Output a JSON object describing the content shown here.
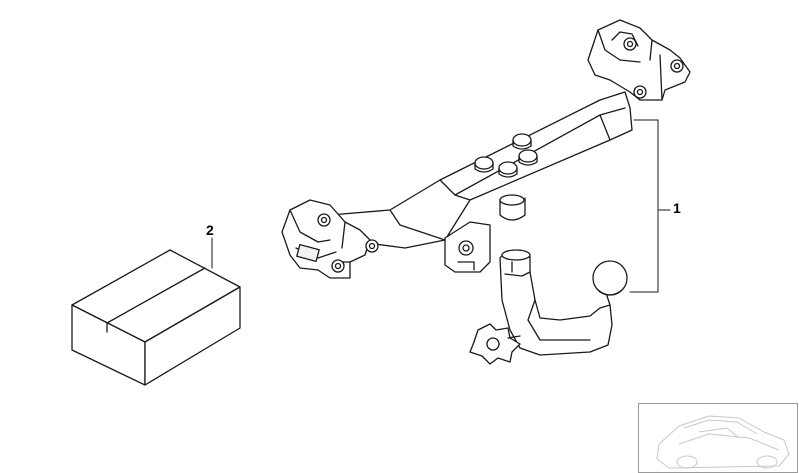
{
  "callouts": [
    {
      "id": "1",
      "label": "1"
    },
    {
      "id": "2",
      "label": "2"
    }
  ],
  "colors": {
    "stroke": "#1a1a1a",
    "fill": "#ffffff",
    "light_shade": "#f2f2f2",
    "thumb_border": "#9a9a9a",
    "thumb_stroke": "#c8c8c8"
  },
  "icons": {
    "tow_bar": "tow-hitch-assembly-icon",
    "kit_box": "parts-box-icon",
    "car": "vehicle-thumbnail-icon"
  }
}
